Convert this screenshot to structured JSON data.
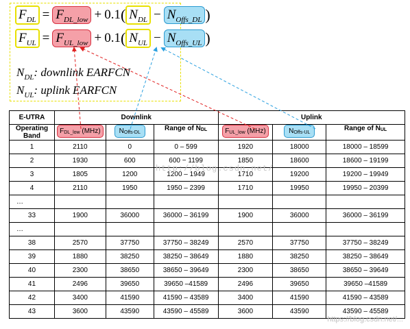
{
  "formula": {
    "line1": {
      "lhs": "F",
      "lhs_sub": "DL",
      "eq": "=",
      "f_low": "F",
      "f_low_sub": "DL_low",
      "plus": "+",
      "coef": "0.1",
      "n": "N",
      "n_sub": "DL",
      "minus": "−",
      "noffs": "N",
      "noffs_sub": "Offs_DL"
    },
    "line2": {
      "lhs": "F",
      "lhs_sub": "UL",
      "eq": "=",
      "f_low": "F",
      "f_low_sub": "UL_low",
      "plus": "+",
      "coef": "0.1",
      "n": "N",
      "n_sub": "UL",
      "minus": "−",
      "noffs": "N",
      "noffs_sub": "Offs_UL"
    },
    "def1": {
      "sym": "N",
      "sub": "DL",
      "text": ": downlink EARFCN"
    },
    "def2": {
      "sym": "N",
      "sub": "UL",
      "text": ": uplink EARFCN"
    }
  },
  "table": {
    "col_band_line1": "E-UTRA",
    "col_band_line2": "Operating Band",
    "group_downlink": "Downlink",
    "group_uplink": "Uplink",
    "dl_low": {
      "main": "F",
      "sub": "DL_low",
      "tail": " (MHz)"
    },
    "dl_noffs": {
      "main": "N",
      "sub": "Offs-DL"
    },
    "dl_range": {
      "main": "Range of N",
      "sub": "DL"
    },
    "ul_low": {
      "main": "F",
      "sub": "UL_low",
      "tail": " (MHz)"
    },
    "ul_noffs": {
      "main": "N",
      "sub": "Offs-UL"
    },
    "ul_range": {
      "main": "Range of N",
      "sub": "UL"
    },
    "rows": [
      [
        "1",
        "2110",
        "0",
        "0 – 599",
        "1920",
        "18000",
        "18000 – 18599"
      ],
      [
        "2",
        "1930",
        "600",
        "600 − 1199",
        "1850",
        "18600",
        "18600 – 19199"
      ],
      [
        "3",
        "1805",
        "1200",
        "1200 – 1949",
        "1710",
        "19200",
        "19200 – 19949"
      ],
      [
        "4",
        "2110",
        "1950",
        "1950 – 2399",
        "1710",
        "19950",
        "19950 – 20399"
      ],
      [
        "…",
        "",
        "",
        "",
        "",
        "",
        ""
      ],
      [
        "33",
        "1900",
        "36000",
        "36000 – 36199",
        "1900",
        "36000",
        "36000 – 36199"
      ],
      [
        "…",
        "",
        "",
        "",
        "",
        "",
        ""
      ],
      [
        "38",
        "2570",
        "37750",
        "37750 – 38249",
        "2570",
        "37750",
        "37750 – 38249"
      ],
      [
        "39",
        "1880",
        "38250",
        "38250 – 38649",
        "1880",
        "38250",
        "38250 – 38649"
      ],
      [
        "40",
        "2300",
        "38650",
        "38650 – 39649",
        "2300",
        "38650",
        "38650 – 39649"
      ],
      [
        "41",
        "2496",
        "39650",
        "39650 –41589",
        "2496",
        "39650",
        "39650 –41589"
      ],
      [
        "42",
        "3400",
        "41590",
        "41590 – 43589",
        "3400",
        "41590",
        "41590 – 43589"
      ],
      [
        "43",
        "3600",
        "43590",
        "43590 – 45589",
        "3600",
        "43590",
        "43590 – 45589"
      ]
    ]
  },
  "watermark": "http://blog.csdn.net/",
  "credit": "https://blog.csdn.net/..."
}
